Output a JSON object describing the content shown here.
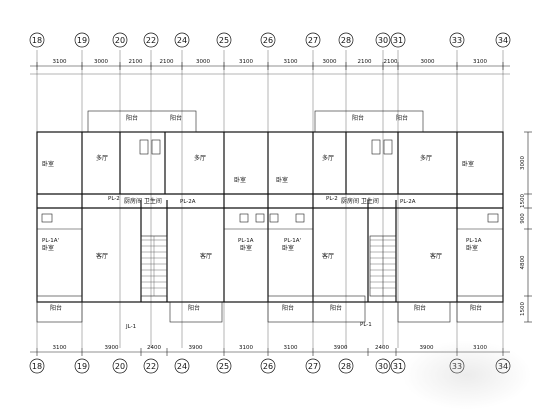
{
  "axes": [
    "18",
    "19",
    "20",
    "22",
    "24",
    "25",
    "26",
    "27",
    "28",
    "30",
    "31",
    "33",
    "34"
  ],
  "dims_top": [
    "3100",
    "3000",
    "2100",
    "2100",
    "3000",
    "3100",
    "3100",
    "3000",
    "2100",
    "2100",
    "3000",
    "3100"
  ],
  "dims_bottom": [
    "3100",
    "3900",
    "2400",
    "3900",
    "3100",
    "3100",
    "3900",
    "2400",
    "3900",
    "3100"
  ],
  "dims_right": [
    "3000",
    "1500",
    "900",
    "4800",
    "1500"
  ],
  "rooms": {
    "bedroom": "卧室",
    "multi_room": "多厅",
    "living_room": "客厅",
    "balcony": "阳台",
    "kitchen_toilet": "厨房间 卫生间"
  },
  "tags": {
    "pl2": "PL-2",
    "pl2a": "PL-2A",
    "pl1a": "PL-1A",
    "pl1a_prime": "PL-1A'",
    "pl1": "PL-1",
    "jl1": "JL-1"
  }
}
